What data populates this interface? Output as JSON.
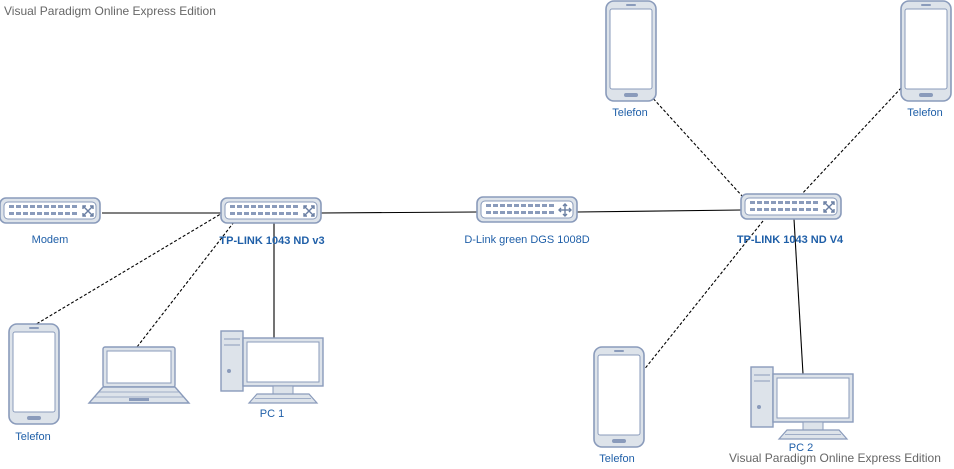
{
  "watermark": {
    "top": "Visual Paradigm Online Express Edition",
    "bottom": "Visual Paradigm Online Express Edition"
  },
  "nodes": {
    "modem": {
      "label": "Modem",
      "icon": "switch-icon"
    },
    "tplink_v3": {
      "label": "TP-LINK 1043 ND v3",
      "icon": "switch-icon"
    },
    "dlink": {
      "label": "D-Link green DGS 1008D",
      "icon": "hub-icon"
    },
    "tplink_v4": {
      "label": "TP-LINK 1043 ND V4",
      "icon": "switch-icon"
    },
    "phone_top_left": {
      "label": "Telefon",
      "icon": "smartphone-icon"
    },
    "phone_top_right": {
      "label": "Telefon",
      "icon": "smartphone-icon"
    },
    "phone_bottom_left": {
      "label": "Telefon",
      "icon": "smartphone-icon"
    },
    "phone_bottom_right": {
      "label": "Telefon",
      "icon": "smartphone-icon"
    },
    "laptop": {
      "label": "",
      "icon": "laptop-icon"
    },
    "pc1": {
      "label": "PC 1",
      "icon": "desktop-pc-icon"
    },
    "pc2": {
      "label": "PC 2",
      "icon": "desktop-pc-icon"
    }
  },
  "connections": [
    {
      "from": "modem",
      "to": "tplink_v3",
      "style": "solid"
    },
    {
      "from": "tplink_v3",
      "to": "dlink",
      "style": "solid"
    },
    {
      "from": "dlink",
      "to": "tplink_v4",
      "style": "solid"
    },
    {
      "from": "tplink_v3",
      "to": "pc1",
      "style": "solid"
    },
    {
      "from": "tplink_v4",
      "to": "pc2",
      "style": "solid"
    },
    {
      "from": "tplink_v3",
      "to": "phone_bottom_left",
      "style": "dashed"
    },
    {
      "from": "tplink_v3",
      "to": "laptop",
      "style": "dashed"
    },
    {
      "from": "tplink_v4",
      "to": "phone_top_right",
      "style": "dashed"
    },
    {
      "from": "tplink_v4",
      "to": "phone_top_left",
      "style": "dashed"
    },
    {
      "from": "tplink_v4",
      "to": "phone_bottom_right",
      "style": "dashed"
    }
  ],
  "colors": {
    "device_fill": "#dde3ea",
    "device_stroke": "#6a7fa3",
    "device_border": "#8a9bbb",
    "label": "#1f5fa8",
    "line": "#000000",
    "watermark": "#666666"
  }
}
